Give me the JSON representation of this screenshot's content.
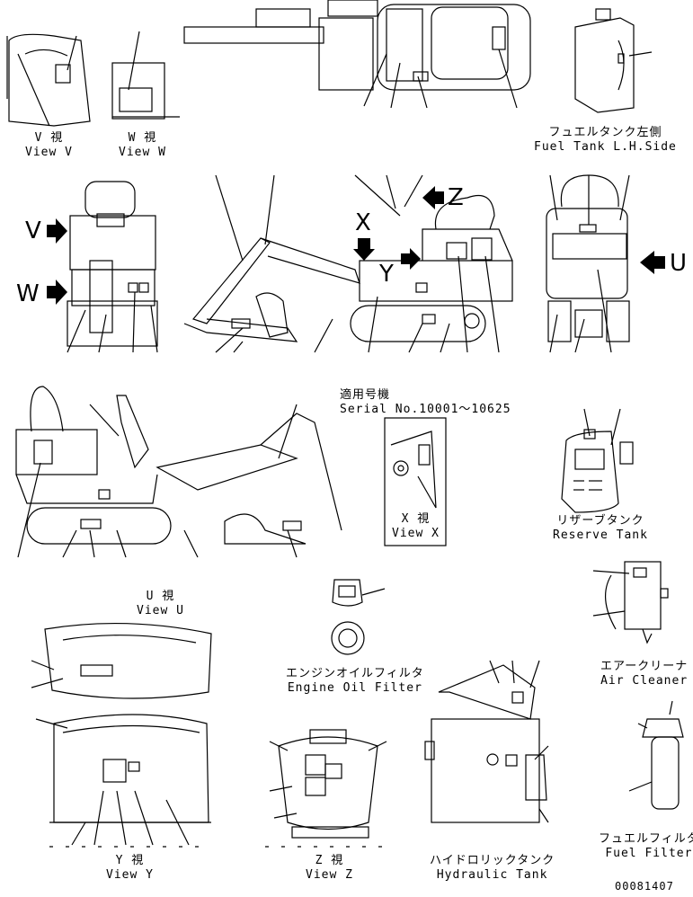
{
  "views": {
    "v": {
      "jp": "V 視",
      "en": "View V"
    },
    "w": {
      "jp": "W 視",
      "en": "View W"
    },
    "u": {
      "jp": "U 視",
      "en": "View U"
    },
    "x": {
      "jp": "X 視",
      "en": "View X"
    },
    "y": {
      "jp": "Y 視",
      "en": "View Y"
    },
    "z": {
      "jp": "Z 視",
      "en": "View Z"
    }
  },
  "parts": {
    "fuel_tank": {
      "jp": "フュエルタンク左側",
      "en": "Fuel Tank L.H.Side"
    },
    "reserve_tank": {
      "jp": "リザーブタンク",
      "en": "Reserve Tank"
    },
    "engine_oil_filter": {
      "jp": "エンジンオイルフィルタ",
      "en": "Engine Oil Filter"
    },
    "air_cleaner": {
      "jp": "エアークリーナ",
      "en": "Air Cleaner"
    },
    "hydraulic_tank": {
      "jp": "ハイドロリックタンク",
      "en": "Hydraulic Tank"
    },
    "fuel_filter": {
      "jp": "フュエルフィルタ",
      "en": "Fuel Filter"
    }
  },
  "serial": {
    "jp": "適用号機",
    "en": "Serial No.10001～10625"
  },
  "markers": {
    "v": "V",
    "w": "W",
    "x": "X",
    "y": "Y",
    "z": "Z",
    "u": "U"
  },
  "drawing_number": "00081407"
}
